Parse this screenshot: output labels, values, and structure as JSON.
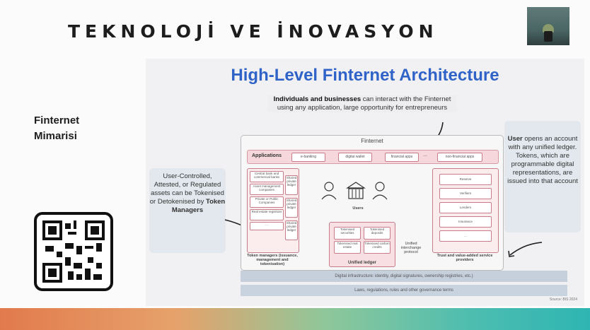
{
  "slide": {
    "title": "TEKNOLOJİ VE İNOVASYON",
    "side_label_line1": "Finternet",
    "side_label_line2": "Mimarisi"
  },
  "figure": {
    "title": "High-Level Finternet Architecture",
    "callout_top_bold": "Individuals and businesses",
    "callout_top_text": " can interact with the Finternet using any application, large opportunity for entrepreneurs",
    "callout_left_text": "User-Controlled, Attested, or Regulated assets can be Tokenised or Detokenised by ",
    "callout_left_bold": "Token Managers",
    "callout_right_bold": "User",
    "callout_right_text": " opens an account with any unified ledger. Tokens, which are programmable digital representations, are issued into that account",
    "finternet_label": "Finternet",
    "applications_label": "Applications",
    "apps": [
      "e-banking",
      "digital wallet",
      "financial apps",
      "non-financial apps"
    ],
    "apps_ellipsis": "...",
    "left_col": [
      "Central bank and commercial banks",
      "Asset management companies",
      "Private or Public Companies",
      "Real estate registrars",
      "..."
    ],
    "left_col_side": [
      "Shared private ledger",
      "Shared private ledger",
      "Shared private ledger"
    ],
    "left_col_caption": "Token managers (issuance, management and tokenisation)",
    "right_col": [
      "Reserve",
      "Verifiers",
      "Lenders",
      "Insurance",
      "..."
    ],
    "right_col_caption": "Trust and value-added service providers",
    "users_label": "Users",
    "ledger_cells": [
      "Tokenised securities",
      "Tokenised deposits",
      "Tokenised real estate",
      "Tokenised carbon credits"
    ],
    "ledger_label": "Unified ledger",
    "ledger_side": "Unified interchange protocol",
    "infra": "Digital infrastructure: identity, digital signatures, ownership registries, etc.)",
    "laws": "Laws, regulations, rules and other governance terms",
    "footer_mark": "Source: BIS 2024"
  },
  "colors": {
    "title_blue": "#2f63c8",
    "pink_fill": "#f6d7dc",
    "pink_border": "#c97d8a",
    "callout_bg": "#e2e8ee"
  },
  "icons": [
    "qr-code-icon",
    "person-icon",
    "bank-icon",
    "plant-photo-icon"
  ]
}
